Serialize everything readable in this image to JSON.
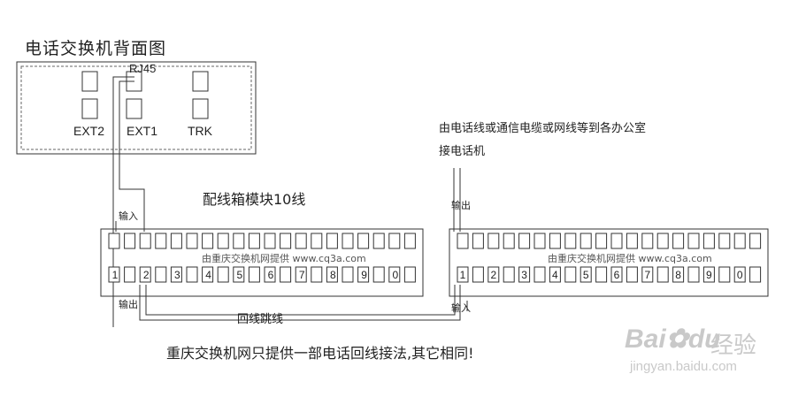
{
  "switch_panel": {
    "title": "电话交换机背面图",
    "jack_label": "RJ45",
    "ports": [
      "EXT2",
      "EXT1",
      "TRK"
    ]
  },
  "wiring_box": {
    "title": "配线箱模块10线",
    "input_label": "输入",
    "output_label": "输出",
    "watermark": "由重庆交换机网提供  www.cq3a.com",
    "pins": [
      "1",
      "2",
      "3",
      "4",
      "5",
      "6",
      "7",
      "8",
      "9",
      "0"
    ],
    "right_watermark": "由重庆交换机网提供  www.cq3a.com",
    "right_output_label": "输出",
    "right_input_label": "输入",
    "jumper_label": "回线跳线"
  },
  "notes": {
    "to_office": "由电话线或通信电缆或网线等到各办公室",
    "to_phone": "接电话机",
    "footer": "重庆交换机网只提供一部电话回线接法,其它相同!"
  },
  "watermark": {
    "brand": "Bai",
    "brand2": "du",
    "brand_cn": "经验",
    "url": "jingyan.baidu.com"
  }
}
